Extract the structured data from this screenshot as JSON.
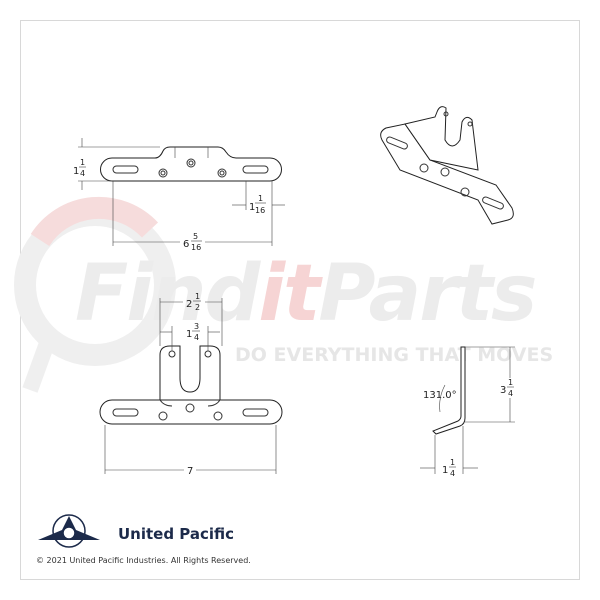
{
  "watermark": {
    "brand_part1": "Find",
    "brand_part2": "it",
    "brand_part3": "Parts",
    "tagline": "DO EVERYTHING THAT MOVES"
  },
  "dimensions": {
    "top_height": {
      "whole": "1",
      "num": "1",
      "den": "4"
    },
    "top_slot": {
      "whole": "1",
      "num": "1",
      "den": "16"
    },
    "top_length": {
      "whole": "6",
      "num": "5",
      "den": "16"
    },
    "front_tab_outer": {
      "whole": "2",
      "num": "1",
      "den": "2"
    },
    "front_tab_holes": {
      "whole": "1",
      "num": "3",
      "den": "4"
    },
    "front_length": "7",
    "side_angle": "131.0°",
    "side_height": {
      "whole": "3",
      "num": "1",
      "den": "4"
    },
    "side_depth": {
      "whole": "1",
      "num": "1",
      "den": "4"
    }
  },
  "footer": {
    "brand": "United Pacific",
    "copyright": "© 2021 United Pacific Industries. All Rights Reserved."
  },
  "colors": {
    "navy": "#1c2a4a",
    "watermark_red": "#f3c9c9",
    "watermark_gray": "#ececec"
  }
}
